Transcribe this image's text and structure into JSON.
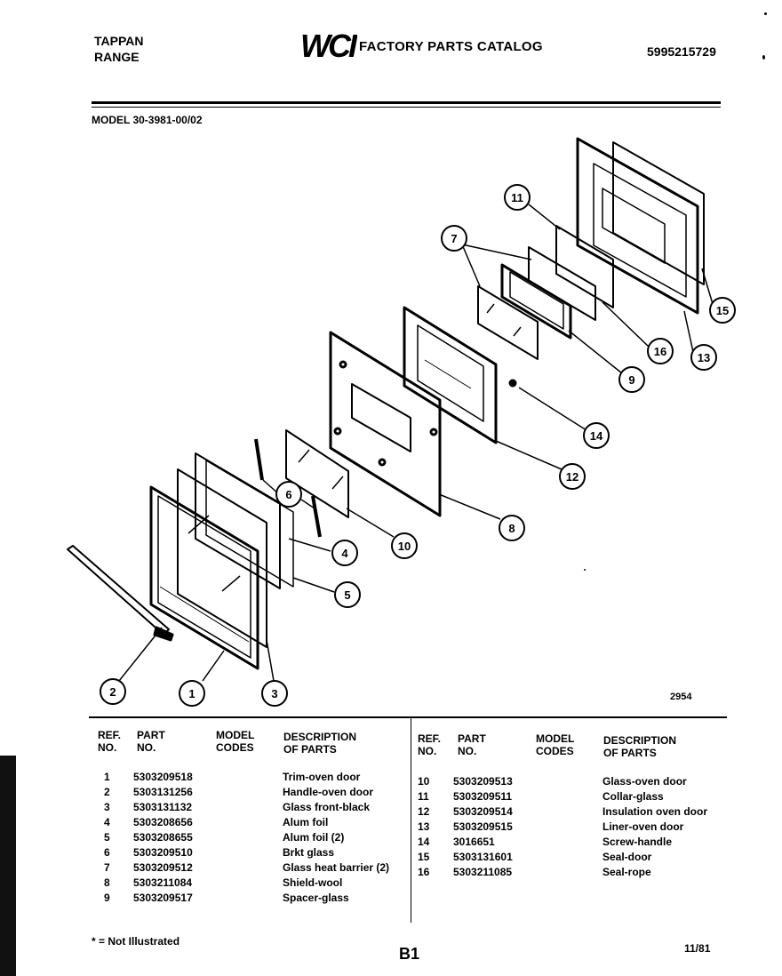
{
  "header": {
    "brand": "TAPPAN",
    "product": "RANGE",
    "logo_text": "WCI",
    "catalog_title": "FACTORY PARTS CATALOG",
    "doc_number": "5995215729",
    "model": "MODEL 30-3981-00/02"
  },
  "diagram": {
    "callouts": [
      "1",
      "2",
      "3",
      "4",
      "5",
      "6",
      "7",
      "8",
      "9",
      "10",
      "11",
      "12",
      "13",
      "14",
      "15",
      "16"
    ],
    "diagram_number": "2954"
  },
  "table": {
    "headers": {
      "ref": [
        "REF.",
        "NO."
      ],
      "part": [
        "PART",
        "NO."
      ],
      "model": [
        "MODEL",
        "CODES"
      ],
      "desc": [
        "DESCRIPTION",
        "OF PARTS"
      ]
    },
    "left_rows": [
      {
        "ref": "1",
        "part": "5303209518",
        "desc": "Trim-oven door"
      },
      {
        "ref": "2",
        "part": "5303131256",
        "desc": "Handle-oven door"
      },
      {
        "ref": "3",
        "part": "5303131132",
        "desc": "Glass front-black"
      },
      {
        "ref": "4",
        "part": "5303208656",
        "desc": "Alum foil"
      },
      {
        "ref": "5",
        "part": "5303208655",
        "desc": "Alum foil (2)"
      },
      {
        "ref": "6",
        "part": "5303209510",
        "desc": "Brkt glass"
      },
      {
        "ref": "7",
        "part": "5303209512",
        "desc": "Glass heat barrier (2)"
      },
      {
        "ref": "8",
        "part": "5303211084",
        "desc": "Shield-wool"
      },
      {
        "ref": "9",
        "part": "5303209517",
        "desc": "Spacer-glass"
      }
    ],
    "right_rows": [
      {
        "ref": "10",
        "part": "5303209513",
        "desc": "Glass-oven door"
      },
      {
        "ref": "11",
        "part": "5303209511",
        "desc": "Collar-glass"
      },
      {
        "ref": "12",
        "part": "5303209514",
        "desc": "Insulation oven door"
      },
      {
        "ref": "13",
        "part": "5303209515",
        "desc": "Liner-oven door"
      },
      {
        "ref": "14",
        "part": "3016651",
        "desc": "Screw-handle"
      },
      {
        "ref": "15",
        "part": "5303131601",
        "desc": "Seal-door"
      },
      {
        "ref": "16",
        "part": "5303211085",
        "desc": "Seal-rope"
      }
    ]
  },
  "footer": {
    "note": "* = Not Illustrated",
    "page": "B1",
    "date": "11/81"
  }
}
